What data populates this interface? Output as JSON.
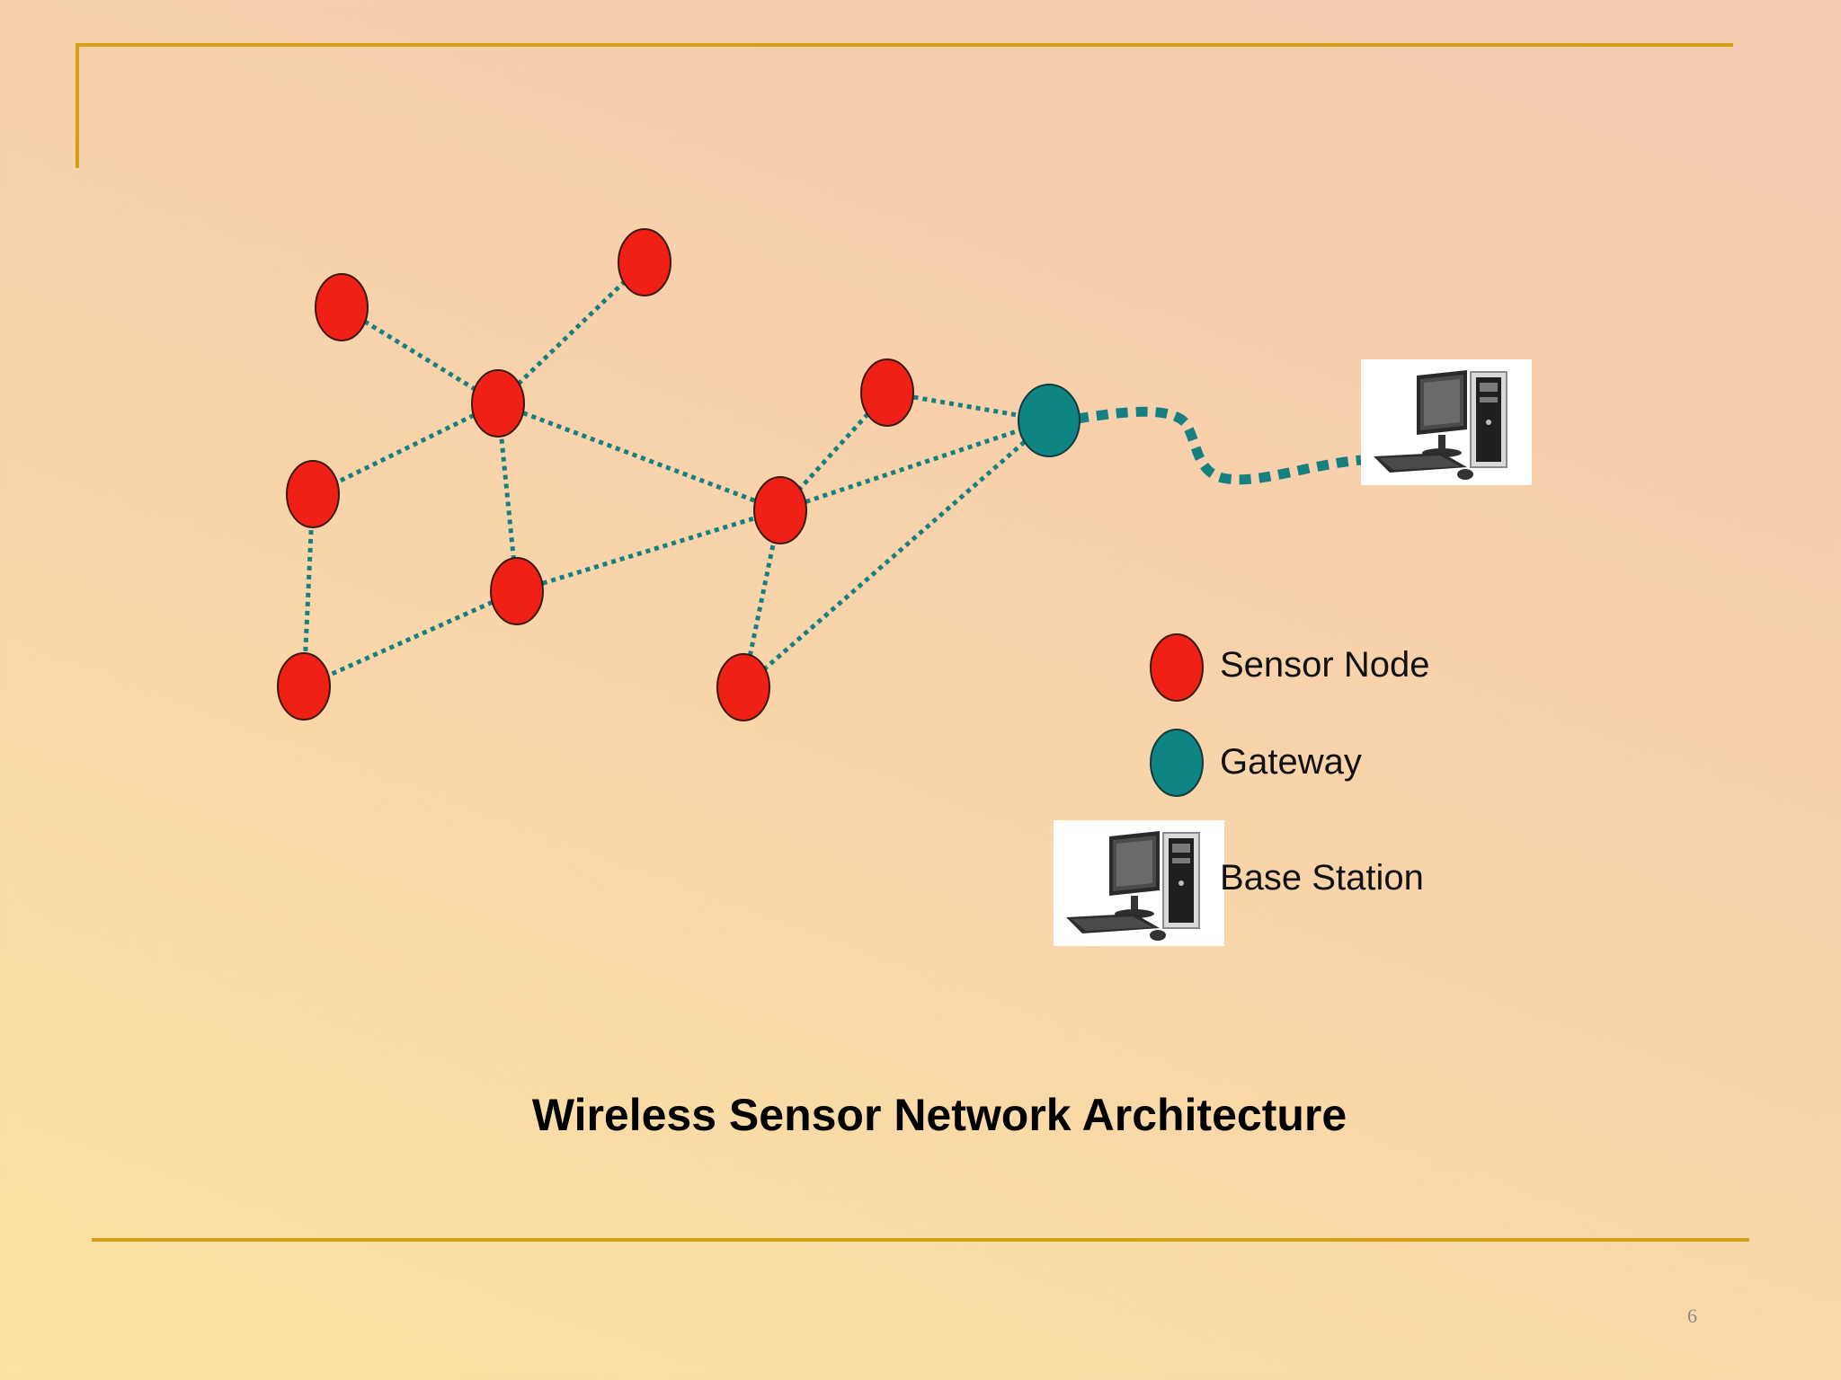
{
  "diagram": {
    "title": "Wireless Sensor Network Architecture",
    "legend": {
      "sensor_node": "Sensor Node",
      "gateway": "Gateway",
      "base_station": "Base Station"
    },
    "nodes": [
      {
        "id": "s1",
        "type": "sensor"
      },
      {
        "id": "s2",
        "type": "sensor"
      },
      {
        "id": "s3",
        "type": "sensor"
      },
      {
        "id": "s4",
        "type": "sensor"
      },
      {
        "id": "s5",
        "type": "sensor"
      },
      {
        "id": "s6",
        "type": "sensor"
      },
      {
        "id": "s7",
        "type": "sensor"
      },
      {
        "id": "s8",
        "type": "sensor"
      },
      {
        "id": "s9",
        "type": "sensor"
      },
      {
        "id": "gw",
        "type": "gateway"
      },
      {
        "id": "bs",
        "type": "base-station"
      }
    ],
    "links": [
      [
        "s1",
        "s3"
      ],
      [
        "s2",
        "s3"
      ],
      [
        "s3",
        "s4"
      ],
      [
        "s3",
        "s5"
      ],
      [
        "s3",
        "s7"
      ],
      [
        "s4",
        "s6"
      ],
      [
        "s5",
        "s6"
      ],
      [
        "s5",
        "s7"
      ],
      [
        "s7",
        "s9"
      ],
      [
        "s7",
        "s8"
      ],
      [
        "s8",
        "gw"
      ],
      [
        "s7",
        "gw"
      ],
      [
        "s9",
        "gw"
      ],
      [
        "gw",
        "bs"
      ]
    ],
    "colors": {
      "sensor_node": "#f02016",
      "gateway": "#0e8484",
      "link": "#168080",
      "frame_line": "#d4a017",
      "page_number": "#8a8a8a"
    }
  },
  "slide": {
    "page_number": "6"
  }
}
